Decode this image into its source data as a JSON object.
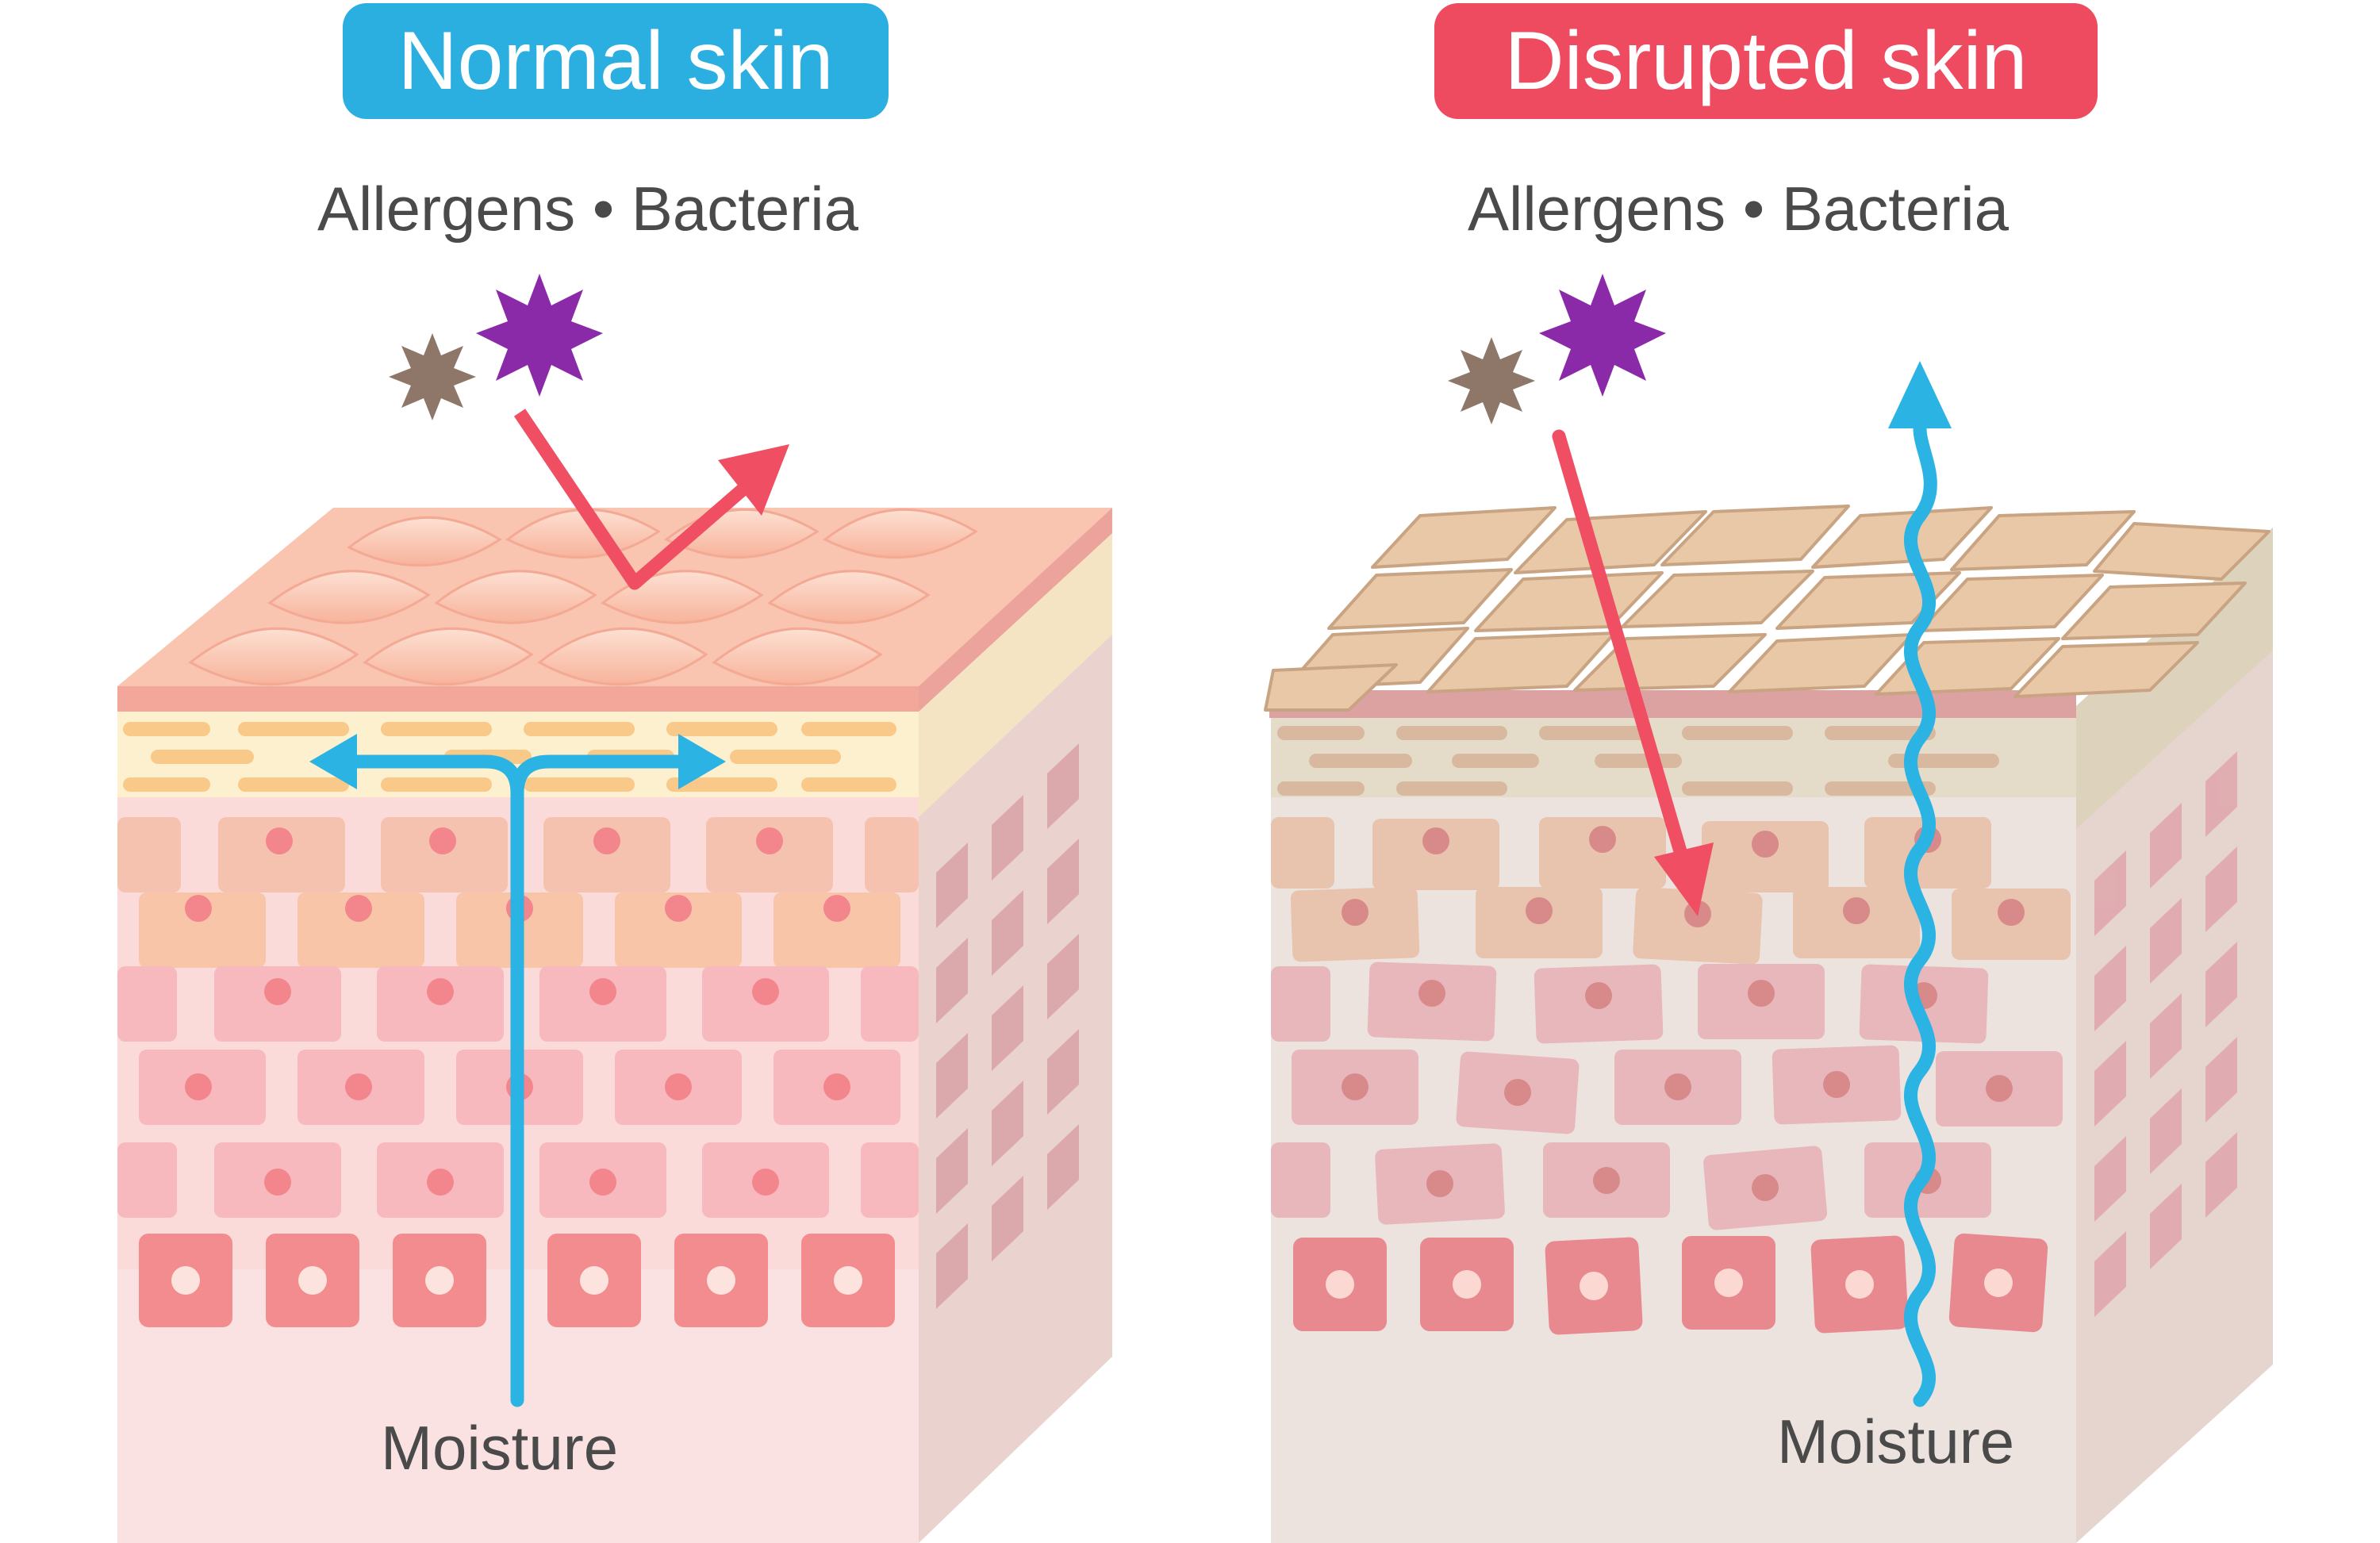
{
  "panels": {
    "normal": {
      "title": "Normal skin",
      "threats_label": "Allergens • Bacteria",
      "moisture_label": "Moisture"
    },
    "disrupted": {
      "title": "Disrupted skin",
      "threats_label": "Allergens • Bacteria",
      "moisture_label": "Moisture"
    }
  },
  "colors": {
    "normal_badge": "#2aafe0",
    "disrupted_badge": "#ee4a60",
    "moisture_arrow": "#2ab3e3",
    "allergen_arrow": "#ef4e63",
    "bacteria_purple": "#8b2aa9",
    "allergen_brown": "#8e7668"
  },
  "icons": [
    "bacteria-icon",
    "allergen-particle-icon"
  ]
}
